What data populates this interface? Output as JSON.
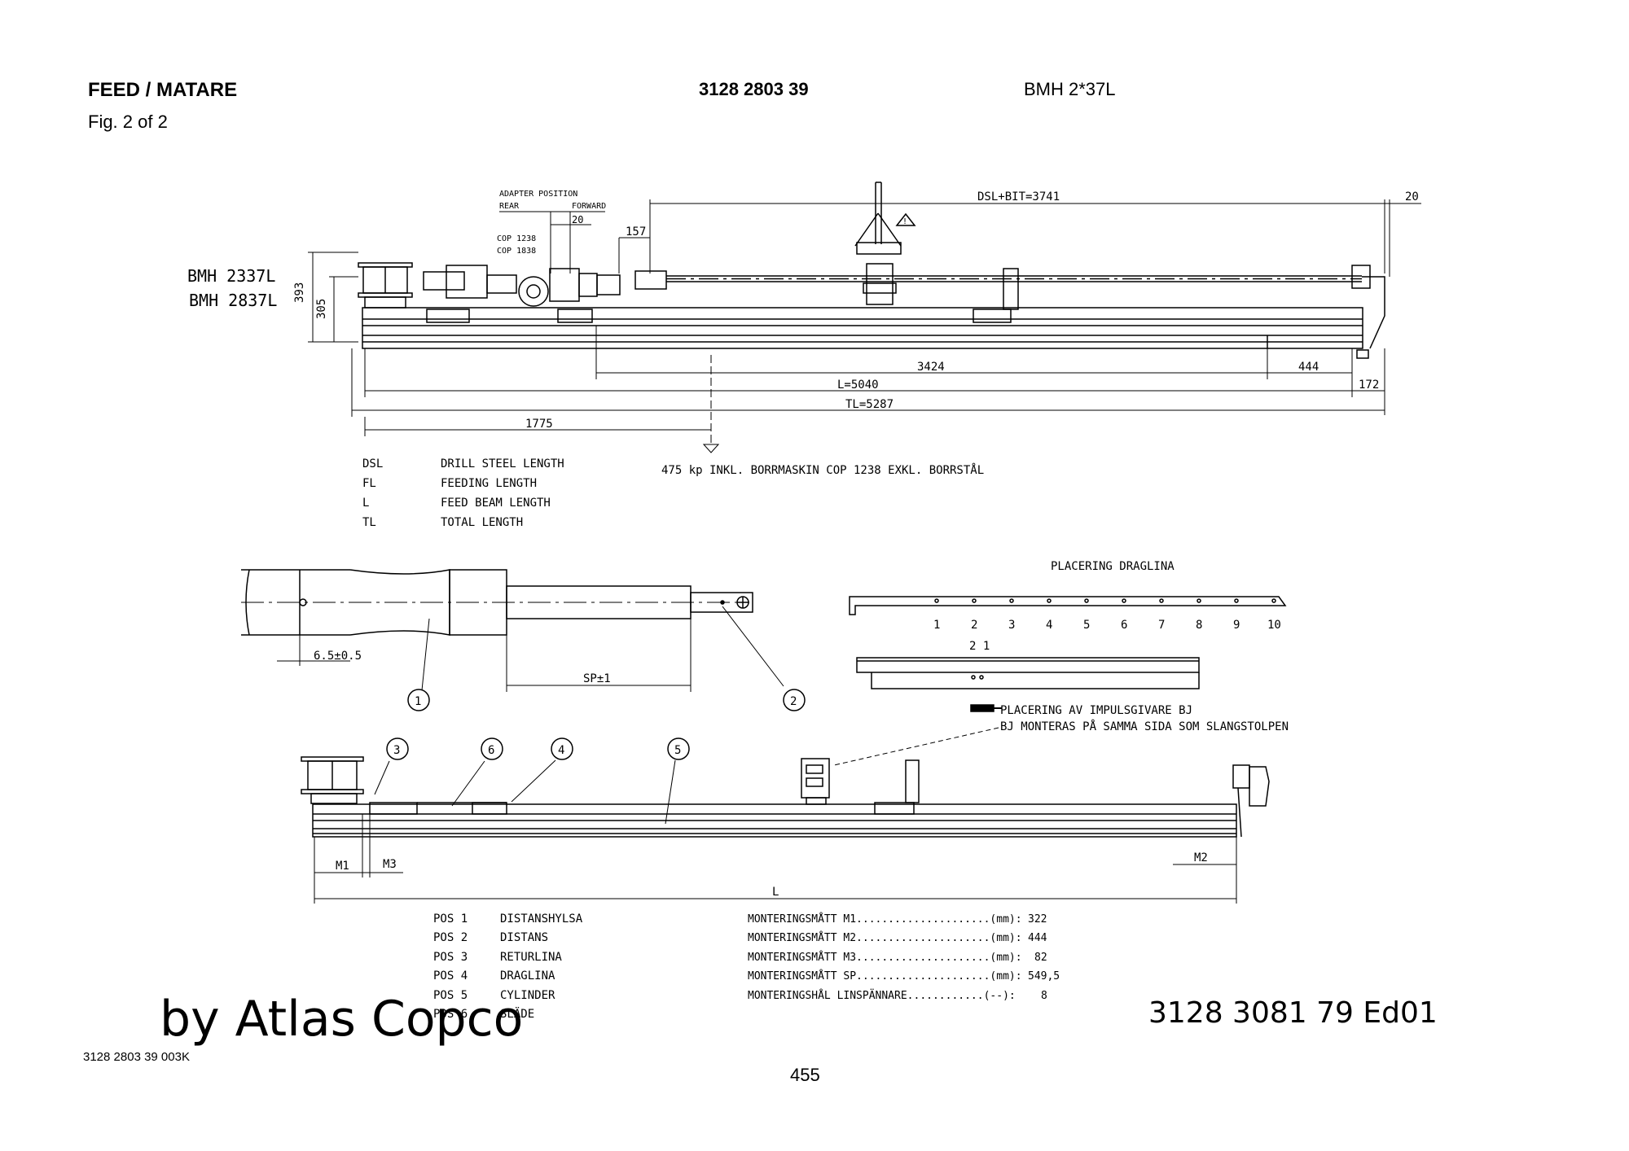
{
  "header": {
    "title": "FEED / MATARE",
    "fig": "Fig. 2 of 2",
    "part_number": "3128 2803 39",
    "model": "BMH 2*37L"
  },
  "top": {
    "model_1": "BMH 2337L",
    "model_2": "BMH 2837L",
    "adapter_position": "ADAPTER POSITION",
    "rear": "REAR",
    "forward": "FORWARD",
    "d20": "20",
    "d157": "157",
    "cop1": "COP  1238",
    "cop2": "COP  1838",
    "dsl_bit": "DSL+BIT=3741",
    "d20b": "20",
    "d393": "393",
    "d305": "305",
    "d3424": "3424",
    "d444": "444",
    "l5040": "L=5040",
    "d172": "172",
    "tl5287": "TL=5287",
    "d1775": "1775",
    "weight": "475 kp INKL. BORRMASKIN COP 1238 EXKL. BORRSTÅL"
  },
  "legend": [
    {
      "code": "DSL",
      "text": "DRILL STEEL LENGTH"
    },
    {
      "code": "FL",
      "text": "FEEDING LENGTH"
    },
    {
      "code": "L",
      "text": "FEED BEAM LENGTH"
    },
    {
      "code": "TL",
      "text": "TOTAL LENGTH"
    }
  ],
  "detail": {
    "d65": "6.5±0.5",
    "sp": "SP±1",
    "c1": "1",
    "c2": "2"
  },
  "placering": {
    "title": "PLACERING DRAGLINA",
    "holes": [
      "1",
      "2",
      "3",
      "4",
      "5",
      "6",
      "7",
      "8",
      "9",
      "10"
    ],
    "pair": "2 1",
    "impuls_1": "PLACERING AV IMPULSGIVARE BJ",
    "impuls_2": "BJ MONTERAS PÅ SAMMA SIDA SOM SLANGSTOLPEN"
  },
  "bottom": {
    "c3": "3",
    "c6": "6",
    "c4": "4",
    "c5": "5",
    "m1": "M1",
    "m3": "M3",
    "m2": "M2",
    "l": "L"
  },
  "positions": [
    {
      "pos": "POS 1",
      "name": "DISTANSHYLSA"
    },
    {
      "pos": "POS 2",
      "name": "DISTANS"
    },
    {
      "pos": "POS 3",
      "name": "RETURLINA"
    },
    {
      "pos": "POS 4",
      "name": "DRAGLINA"
    },
    {
      "pos": "POS 5",
      "name": "CYLINDER"
    },
    {
      "pos": "POS 6",
      "name": "SLÄDE"
    }
  ],
  "measures": [
    {
      "label": "MONTERINGSMÅTT M1.....................(mm):",
      "value": "322"
    },
    {
      "label": "MONTERINGSMÅTT M2.....................(mm):",
      "value": "444"
    },
    {
      "label": "MONTERINGSMÅTT M3.....................(mm):",
      "value": "82"
    },
    {
      "label": "MONTERINGSMÅTT SP.....................(mm):",
      "value": "549,5"
    },
    {
      "label": "MONTERINGSHÅL LINSPÄNNARE............(--):",
      "value": "8"
    }
  ],
  "footer": {
    "watermark": "by Atlas Copco",
    "doc": "3128 3081 79  Ed01",
    "file": "3128 2803 39  003K",
    "page": "455"
  }
}
